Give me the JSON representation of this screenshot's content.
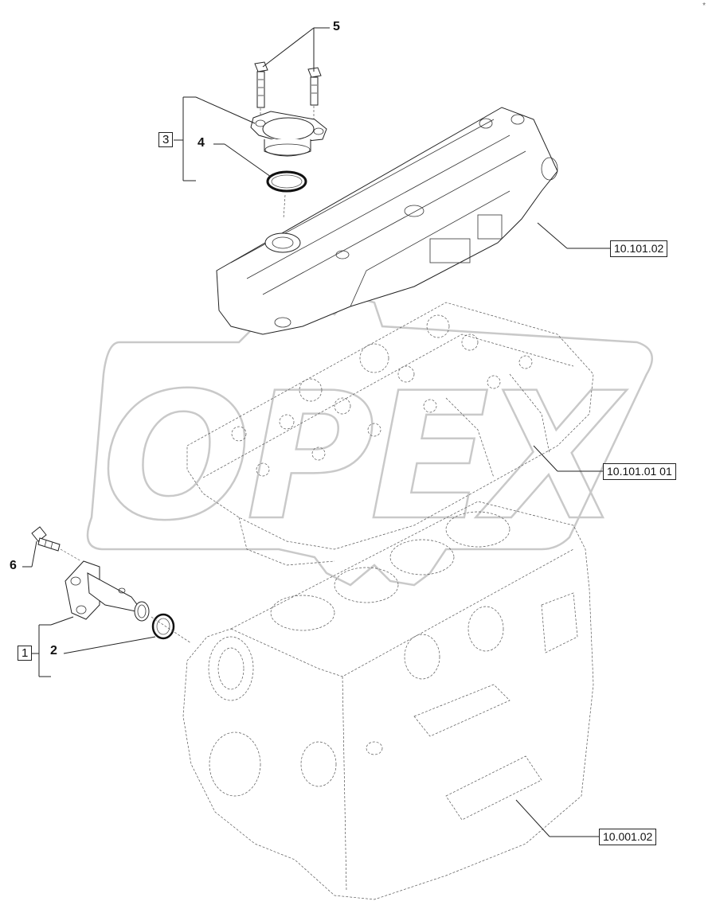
{
  "corner_mark": "*",
  "callouts": {
    "c5": "5",
    "c3": "3",
    "c4": "4",
    "c6": "6",
    "c1": "1",
    "c2": "2"
  },
  "references": {
    "valve_cover": "10.101.02",
    "cylinder_head": "10.101.01 01",
    "engine_block": "10.001.02"
  },
  "watermark_text": "OPEX",
  "colors": {
    "line": "#222222",
    "watermark": "#c9c9c9",
    "background": "#ffffff"
  }
}
